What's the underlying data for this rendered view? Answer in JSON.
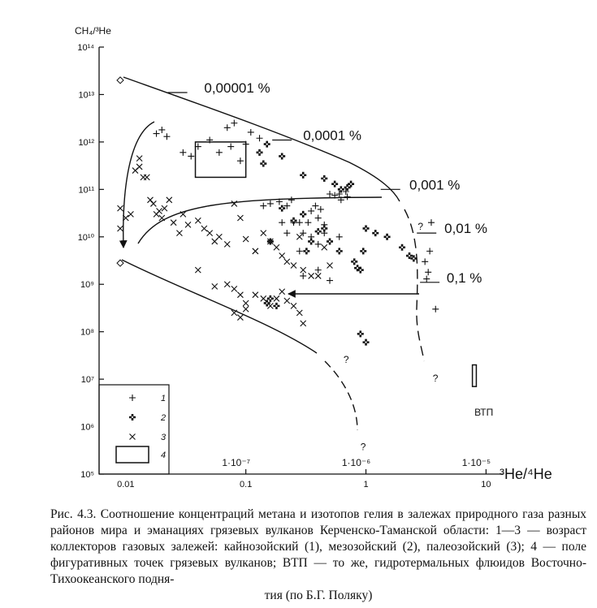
{
  "chart_data": {
    "type": "scatter",
    "ylabel": "CH₄/³He",
    "xlabel": "³He/⁴He",
    "x_scale": "log",
    "y_scale": "log",
    "xlim": [
      0.006,
      14
    ],
    "ylim": [
      100000,
      100000000000000
    ],
    "x_ticks": [
      {
        "value": 0.01,
        "label": "0.01"
      },
      {
        "value": 0.1,
        "label": "0.1"
      },
      {
        "value": 1,
        "label": "1"
      },
      {
        "value": 10,
        "label": "10"
      }
    ],
    "y_ticks": [
      {
        "value": 100000,
        "label": "10⁵"
      },
      {
        "value": 1000000,
        "label": "10⁶"
      },
      {
        "value": 10000000,
        "label": "10⁷"
      },
      {
        "value": 100000000,
        "label": "10⁸"
      },
      {
        "value": 1000000000,
        "label": "10⁹"
      },
      {
        "value": 10000000000,
        "label": "10¹⁰"
      },
      {
        "value": 100000000000,
        "label": "10¹¹"
      },
      {
        "value": 1000000000000,
        "label": "10¹²"
      },
      {
        "value": 10000000000000,
        "label": "10¹³"
      },
      {
        "value": 100000000000000,
        "label": "10¹⁴"
      }
    ],
    "secondary_x_ticks": [
      {
        "value": 0.1,
        "label": "1·10⁻⁷"
      },
      {
        "value": 1,
        "label": "1·10⁻⁶"
      },
      {
        "value": 10,
        "label": "1·10⁻⁵"
      }
    ],
    "legend_position": "bottom-left",
    "legend": [
      {
        "marker": "plus",
        "label": "1"
      },
      {
        "marker": "cross-plus",
        "label": "2"
      },
      {
        "marker": "x",
        "label": "3"
      },
      {
        "marker": "rect",
        "label": "4"
      }
    ],
    "series": [
      {
        "name": "1",
        "marker": "plus",
        "points": [
          [
            0.018,
            1500000000000.0
          ],
          [
            0.02,
            1800000000000.0
          ],
          [
            0.022,
            1300000000000.0
          ],
          [
            0.03,
            600000000000.0
          ],
          [
            0.035,
            500000000000.0
          ],
          [
            0.04,
            800000000000.0
          ],
          [
            0.05,
            1100000000000.0
          ],
          [
            0.06,
            600000000000.0
          ],
          [
            0.07,
            2000000000000.0
          ],
          [
            0.08,
            2500000000000.0
          ],
          [
            0.075,
            800000000000.0
          ],
          [
            0.09,
            400000000000.0
          ],
          [
            0.1,
            900000000000.0
          ],
          [
            0.11,
            1600000000000.0
          ],
          [
            0.13,
            1200000000000.0
          ],
          [
            0.14,
            45000000000.0
          ],
          [
            0.16,
            50000000000.0
          ],
          [
            0.19,
            55000000000.0
          ],
          [
            0.22,
            45000000000.0
          ],
          [
            0.24,
            60000000000.0
          ],
          [
            0.2,
            20000000000.0
          ],
          [
            0.22,
            12000000000.0
          ],
          [
            0.25,
            20000000000.0
          ],
          [
            0.28,
            20000000000.0
          ],
          [
            0.3,
            30000000000.0
          ],
          [
            0.33,
            20000000000.0
          ],
          [
            0.35,
            35000000000.0
          ],
          [
            0.38,
            45000000000.0
          ],
          [
            0.4,
            25000000000.0
          ],
          [
            0.42,
            38000000000.0
          ],
          [
            0.45,
            18000000000.0
          ],
          [
            0.3,
            12000000000.0
          ],
          [
            0.35,
            10000000000.0
          ],
          [
            0.4,
            7000000000.0
          ],
          [
            0.45,
            12000000000.0
          ],
          [
            0.5,
            80000000000.0
          ],
          [
            0.55,
            75000000000.0
          ],
          [
            0.6,
            80000000000.0
          ],
          [
            0.62,
            60000000000.0
          ],
          [
            0.68,
            90000000000.0
          ],
          [
            0.4,
            2000000000.0
          ],
          [
            0.5,
            1200000000.0
          ],
          [
            0.6,
            10000000000.0
          ],
          [
            0.3,
            1500000000.0
          ],
          [
            3.1,
            3000000000.0
          ],
          [
            3.2,
            1300000000.0
          ],
          [
            3.3,
            1800000000.0
          ],
          [
            3.4,
            5000000000.0
          ],
          [
            3.5,
            20000000000.0
          ],
          [
            3.8,
            300000000.0
          ],
          [
            0.7,
            70000000000.0
          ],
          [
            0.28,
            5000000000.0
          ]
        ]
      },
      {
        "name": "2",
        "marker": "cross-plus",
        "points": [
          [
            0.13,
            600000000000.0
          ],
          [
            0.14,
            350000000000.0
          ],
          [
            0.15,
            900000000000.0
          ],
          [
            0.2,
            500000000000.0
          ],
          [
            0.3,
            200000000000.0
          ],
          [
            0.45,
            170000000000.0
          ],
          [
            0.55,
            130000000000.0
          ],
          [
            0.62,
            100000000000.0
          ],
          [
            0.7,
            110000000000.0
          ],
          [
            0.75,
            130000000000.0
          ],
          [
            0.2,
            40000000000.0
          ],
          [
            0.25,
            22000000000.0
          ],
          [
            0.3,
            30000000000.0
          ],
          [
            0.32,
            5000000000.0
          ],
          [
            0.35,
            8000000000.0
          ],
          [
            0.4,
            13000000000.0
          ],
          [
            0.45,
            15000000000.0
          ],
          [
            0.5,
            8000000000.0
          ],
          [
            0.6,
            5000000000.0
          ],
          [
            0.8,
            3000000000.0
          ],
          [
            0.85,
            2200000000.0
          ],
          [
            0.9,
            2000000000.0
          ],
          [
            0.95,
            5000000000.0
          ],
          [
            1.0,
            15000000000.0
          ],
          [
            1.2,
            12000000000.0
          ],
          [
            1.5,
            10000000000.0
          ],
          [
            2.0,
            6000000000.0
          ],
          [
            2.3,
            4000000000.0
          ],
          [
            2.5,
            3500000000.0
          ],
          [
            0.15,
            400000000.0
          ],
          [
            0.16,
            500000000.0
          ],
          [
            0.18,
            350000000.0
          ],
          [
            0.9,
            90000000.0
          ],
          [
            1.0,
            60000000.0
          ],
          [
            0.16,
            8000000000.0
          ]
        ]
      },
      {
        "name": "3",
        "marker": "x",
        "points": [
          [
            0.009,
            40000000000.0
          ],
          [
            0.009,
            15000000000.0
          ],
          [
            0.01,
            25000000000.0
          ],
          [
            0.011,
            30000000000.0
          ],
          [
            0.012,
            250000000000.0
          ],
          [
            0.013,
            300000000000.0
          ],
          [
            0.014,
            180000000000.0
          ],
          [
            0.015,
            180000000000.0
          ],
          [
            0.013,
            450000000000.0
          ],
          [
            0.016,
            60000000000.0
          ],
          [
            0.017,
            50000000000.0
          ],
          [
            0.018,
            30000000000.0
          ],
          [
            0.019,
            35000000000.0
          ],
          [
            0.02,
            25000000000.0
          ],
          [
            0.021,
            40000000000.0
          ],
          [
            0.023,
            60000000000.0
          ],
          [
            0.025,
            20000000000.0
          ],
          [
            0.028,
            12000000000.0
          ],
          [
            0.03,
            30000000000.0
          ],
          [
            0.033,
            18000000000.0
          ],
          [
            0.04,
            22000000000.0
          ],
          [
            0.045,
            15000000000.0
          ],
          [
            0.05,
            12000000000.0
          ],
          [
            0.055,
            8000000000.0
          ],
          [
            0.06,
            10000000000.0
          ],
          [
            0.07,
            7000000000.0
          ],
          [
            0.08,
            50000000000.0
          ],
          [
            0.09,
            25000000000.0
          ],
          [
            0.1,
            9000000000.0
          ],
          [
            0.12,
            5000000000.0
          ],
          [
            0.14,
            12000000000.0
          ],
          [
            0.16,
            8000000000.0
          ],
          [
            0.18,
            6000000000.0
          ],
          [
            0.2,
            4000000000.0
          ],
          [
            0.22,
            3000000000.0
          ],
          [
            0.25,
            2500000000.0
          ],
          [
            0.3,
            2000000000.0
          ],
          [
            0.35,
            1500000000.0
          ],
          [
            0.4,
            1500000000.0
          ],
          [
            0.45,
            6000000000.0
          ],
          [
            0.5,
            2500000000.0
          ],
          [
            0.04,
            2000000000.0
          ],
          [
            0.055,
            900000000.0
          ],
          [
            0.07,
            1000000000.0
          ],
          [
            0.08,
            800000000.0
          ],
          [
            0.09,
            600000000.0
          ],
          [
            0.1,
            400000000.0
          ],
          [
            0.12,
            600000000.0
          ],
          [
            0.14,
            500000000.0
          ],
          [
            0.16,
            350000000.0
          ],
          [
            0.18,
            500000000.0
          ],
          [
            0.2,
            700000000.0
          ],
          [
            0.22,
            450000000.0
          ],
          [
            0.25,
            350000000.0
          ],
          [
            0.28,
            250000000.0
          ],
          [
            0.3,
            150000000.0
          ],
          [
            0.08,
            250000000.0
          ],
          [
            0.09,
            200000000.0
          ],
          [
            0.1,
            300000000.0
          ],
          [
            0.12,
            5000000000.0
          ],
          [
            0.28,
            10000000000.0
          ]
        ]
      }
    ],
    "field_rects": [
      {
        "label": "4",
        "x0": 0.038,
        "x1": 0.1,
        "y0": 180000000000.0,
        "y1": 1000000000000.0
      },
      {
        "label": "ВТП",
        "x0": 7.7,
        "x1": 8.3,
        "y0": 7000000.0,
        "y1": 20000000.0
      }
    ],
    "markers": [
      {
        "shape": "diamond",
        "x": 0.009,
        "y": 20000000000000.0
      },
      {
        "shape": "diamond",
        "x": 0.009,
        "y": 2800000000.0
      }
    ],
    "annotations": [
      {
        "text": "0,00001 %",
        "x": 0.045,
        "y": 11000000000000.0
      },
      {
        "text": "0,0001 %",
        "x": 0.3,
        "y": 1100000000000.0
      },
      {
        "text": "0,001 %",
        "x": 2.3,
        "y": 100000000000.0
      },
      {
        "text": "0,01 %",
        "x": 4.5,
        "y": 12000000000.0
      },
      {
        "text": "0,1 %",
        "x": 4.7,
        "y": 1100000000.0
      },
      {
        "text": "?",
        "x": 0.65,
        "y": 22000000.0
      },
      {
        "text": "?",
        "x": 2.7,
        "y": 14000000000.0
      },
      {
        "text": "?",
        "x": 3.6,
        "y": 9000000.0
      },
      {
        "text": "?",
        "x": 0.9,
        "y": 320000.0
      },
      {
        "text": "ВТП",
        "x": 8,
        "y": 1700000.0
      }
    ]
  },
  "caption": {
    "main": "Рис. 4.3. Соотношение концентраций метана и изотопов гелия в залежах природного газа разных районов мира и  эманациях грязевых вулканов Керченско-Таманской области: 1—3 — возраст коллекторов газовых залежей: кайнозойский (1), мезозойский (2), палеозойский (3); 4 — поле фигуративных точек грязевых вулканов; ВТП — то же, гидротермальных флюидов Восточно-Тихоокеанского подня-",
    "last": "тия (по Б.Г. Поляку)"
  }
}
